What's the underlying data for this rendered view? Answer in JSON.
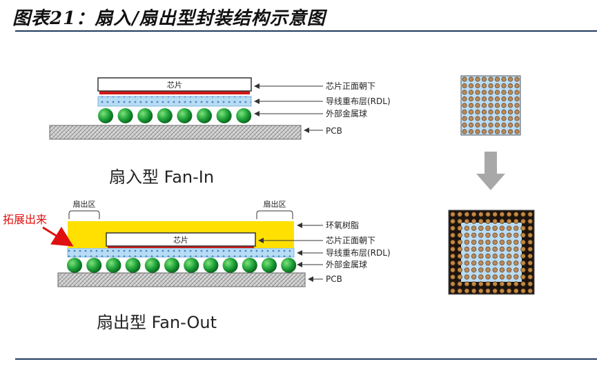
{
  "title": "图表21：扇入/扇出型封装结构示意图",
  "fan_in": {
    "chip": "芯片",
    "labels": [
      "芯片正面朝下",
      "导线重布层(RDL)",
      "外部金属球",
      "PCB"
    ],
    "caption": "扇入型 Fan-In"
  },
  "fan_out": {
    "region_left": "扇出区",
    "region_right": "扇出区",
    "extend_note": "拓展出来",
    "chip": "芯片",
    "labels": [
      "环氧树脂",
      "芯片正面朝下",
      "导线重布层(RDL)",
      "外部金属球",
      "PCB"
    ],
    "caption": "扇出型 Fan-Out"
  },
  "colors": {
    "rule": "#1f3a5c",
    "ball": "#1fa33a",
    "bump": "#d01818",
    "rdl": "#a8d4f0",
    "epoxy": "#ffe000",
    "pcb": "#c8c8c8",
    "note": "#e01010"
  }
}
